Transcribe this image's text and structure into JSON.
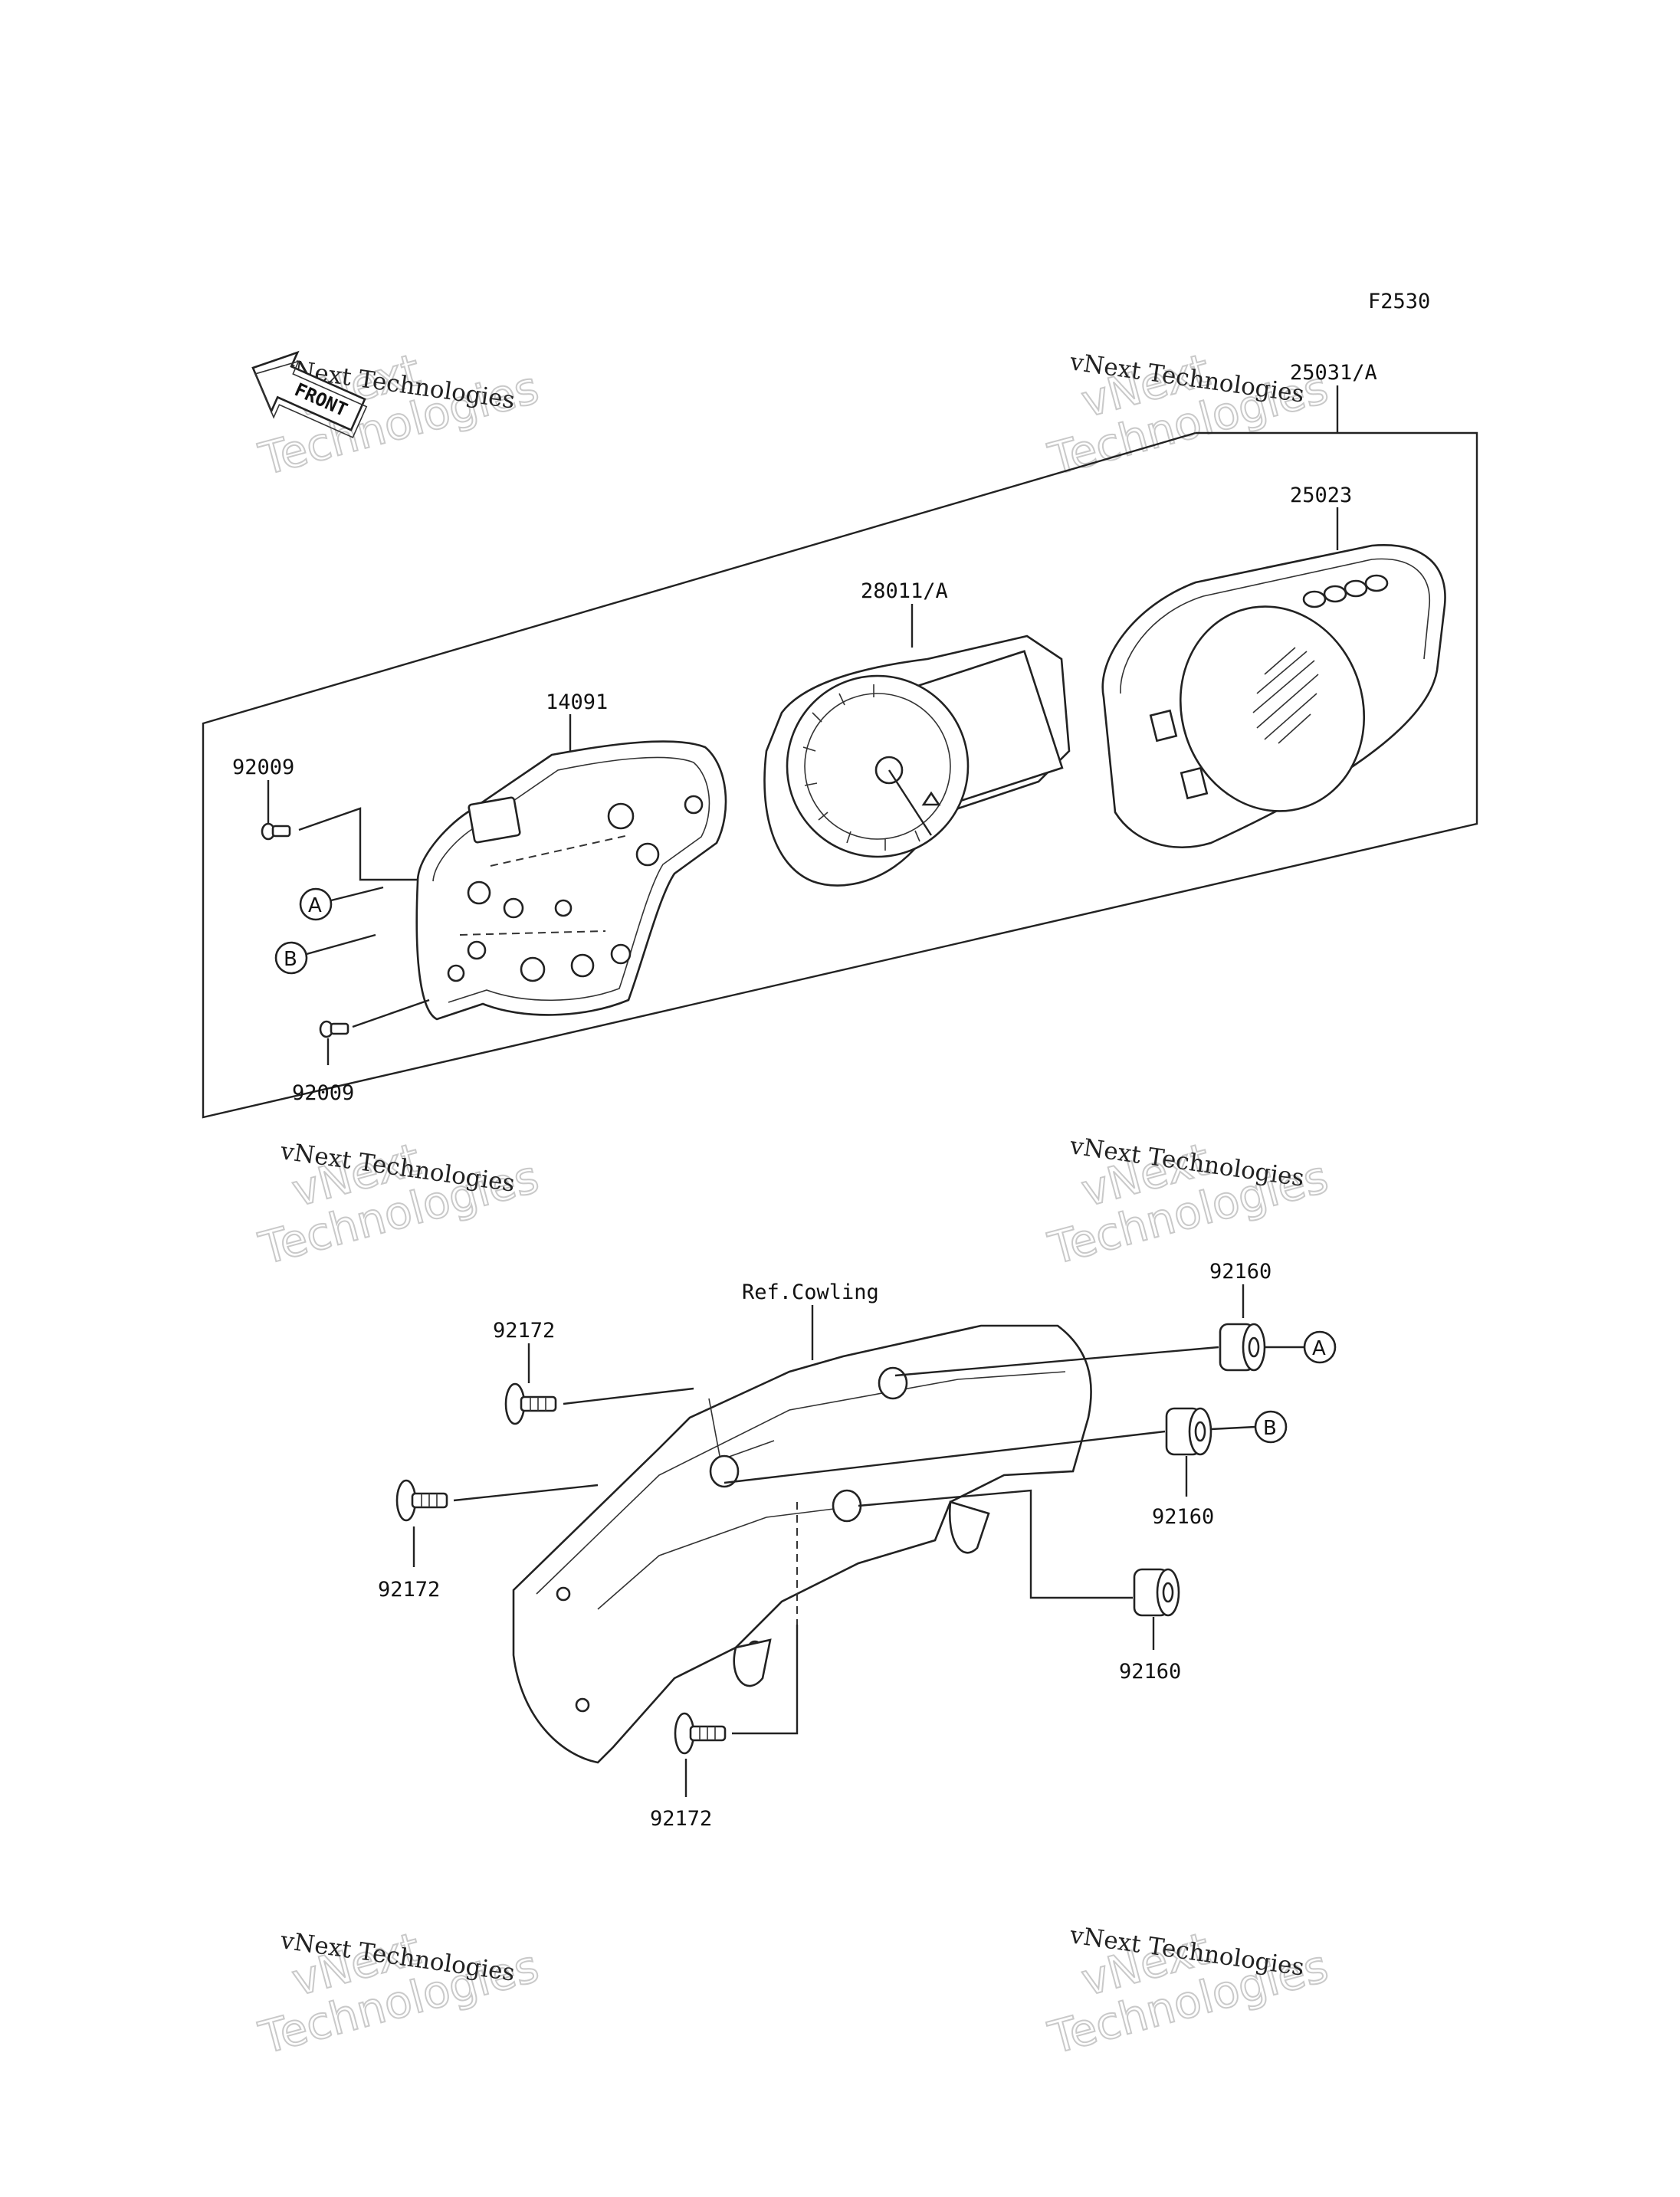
{
  "figure_code": "F2530",
  "front_label": "FRONT",
  "watermark": {
    "small": "vNext Technologies",
    "big_line1": "vNext",
    "big_line2": "Technologies"
  },
  "parts": {
    "assembly": "25031/A",
    "cover": "25023",
    "meter": "28011/A",
    "case": "14091",
    "screw_top": "92009",
    "screw_bottom": "92009",
    "ref_cowling": "Ref.Cowling",
    "grommet_a": "92160",
    "grommet_b": "92160",
    "grommet_c": "92160",
    "bolt_1": "92172",
    "bolt_2": "92172",
    "bolt_3": "92172"
  },
  "callouts": {
    "a": "A",
    "b": "B"
  }
}
